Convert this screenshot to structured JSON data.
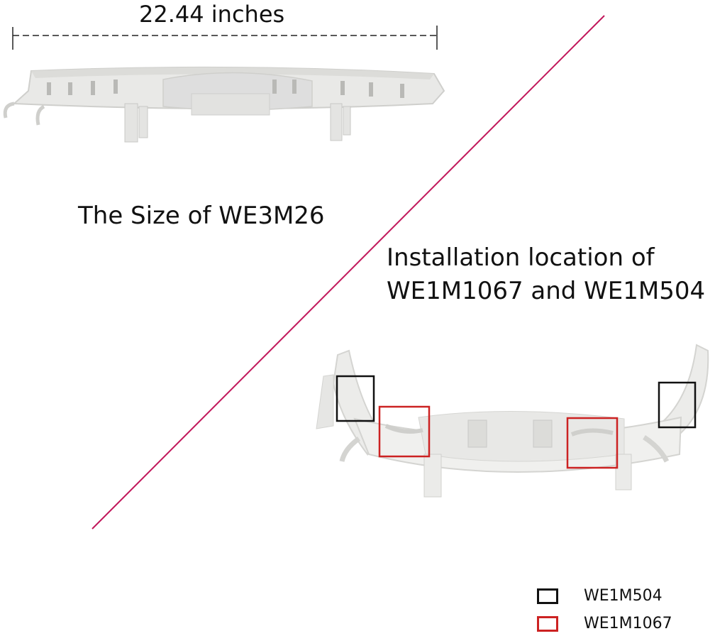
{
  "dimension": {
    "label": "22.44 inches"
  },
  "captions": {
    "size": "The Size of WE3M26",
    "install_line1": "Installation location of",
    "install_line2": "WE1M1067 and WE1M504"
  },
  "legend": [
    {
      "label": "WE1M504",
      "color": "#111111"
    },
    {
      "label": "WE1M1067",
      "color": "#cc2222"
    }
  ],
  "colors": {
    "divider": "#c2185b",
    "part_fill": "#e9e9e7",
    "part_shade": "#cfcfcc",
    "marker_black": "#111111",
    "marker_red": "#cc2222"
  }
}
